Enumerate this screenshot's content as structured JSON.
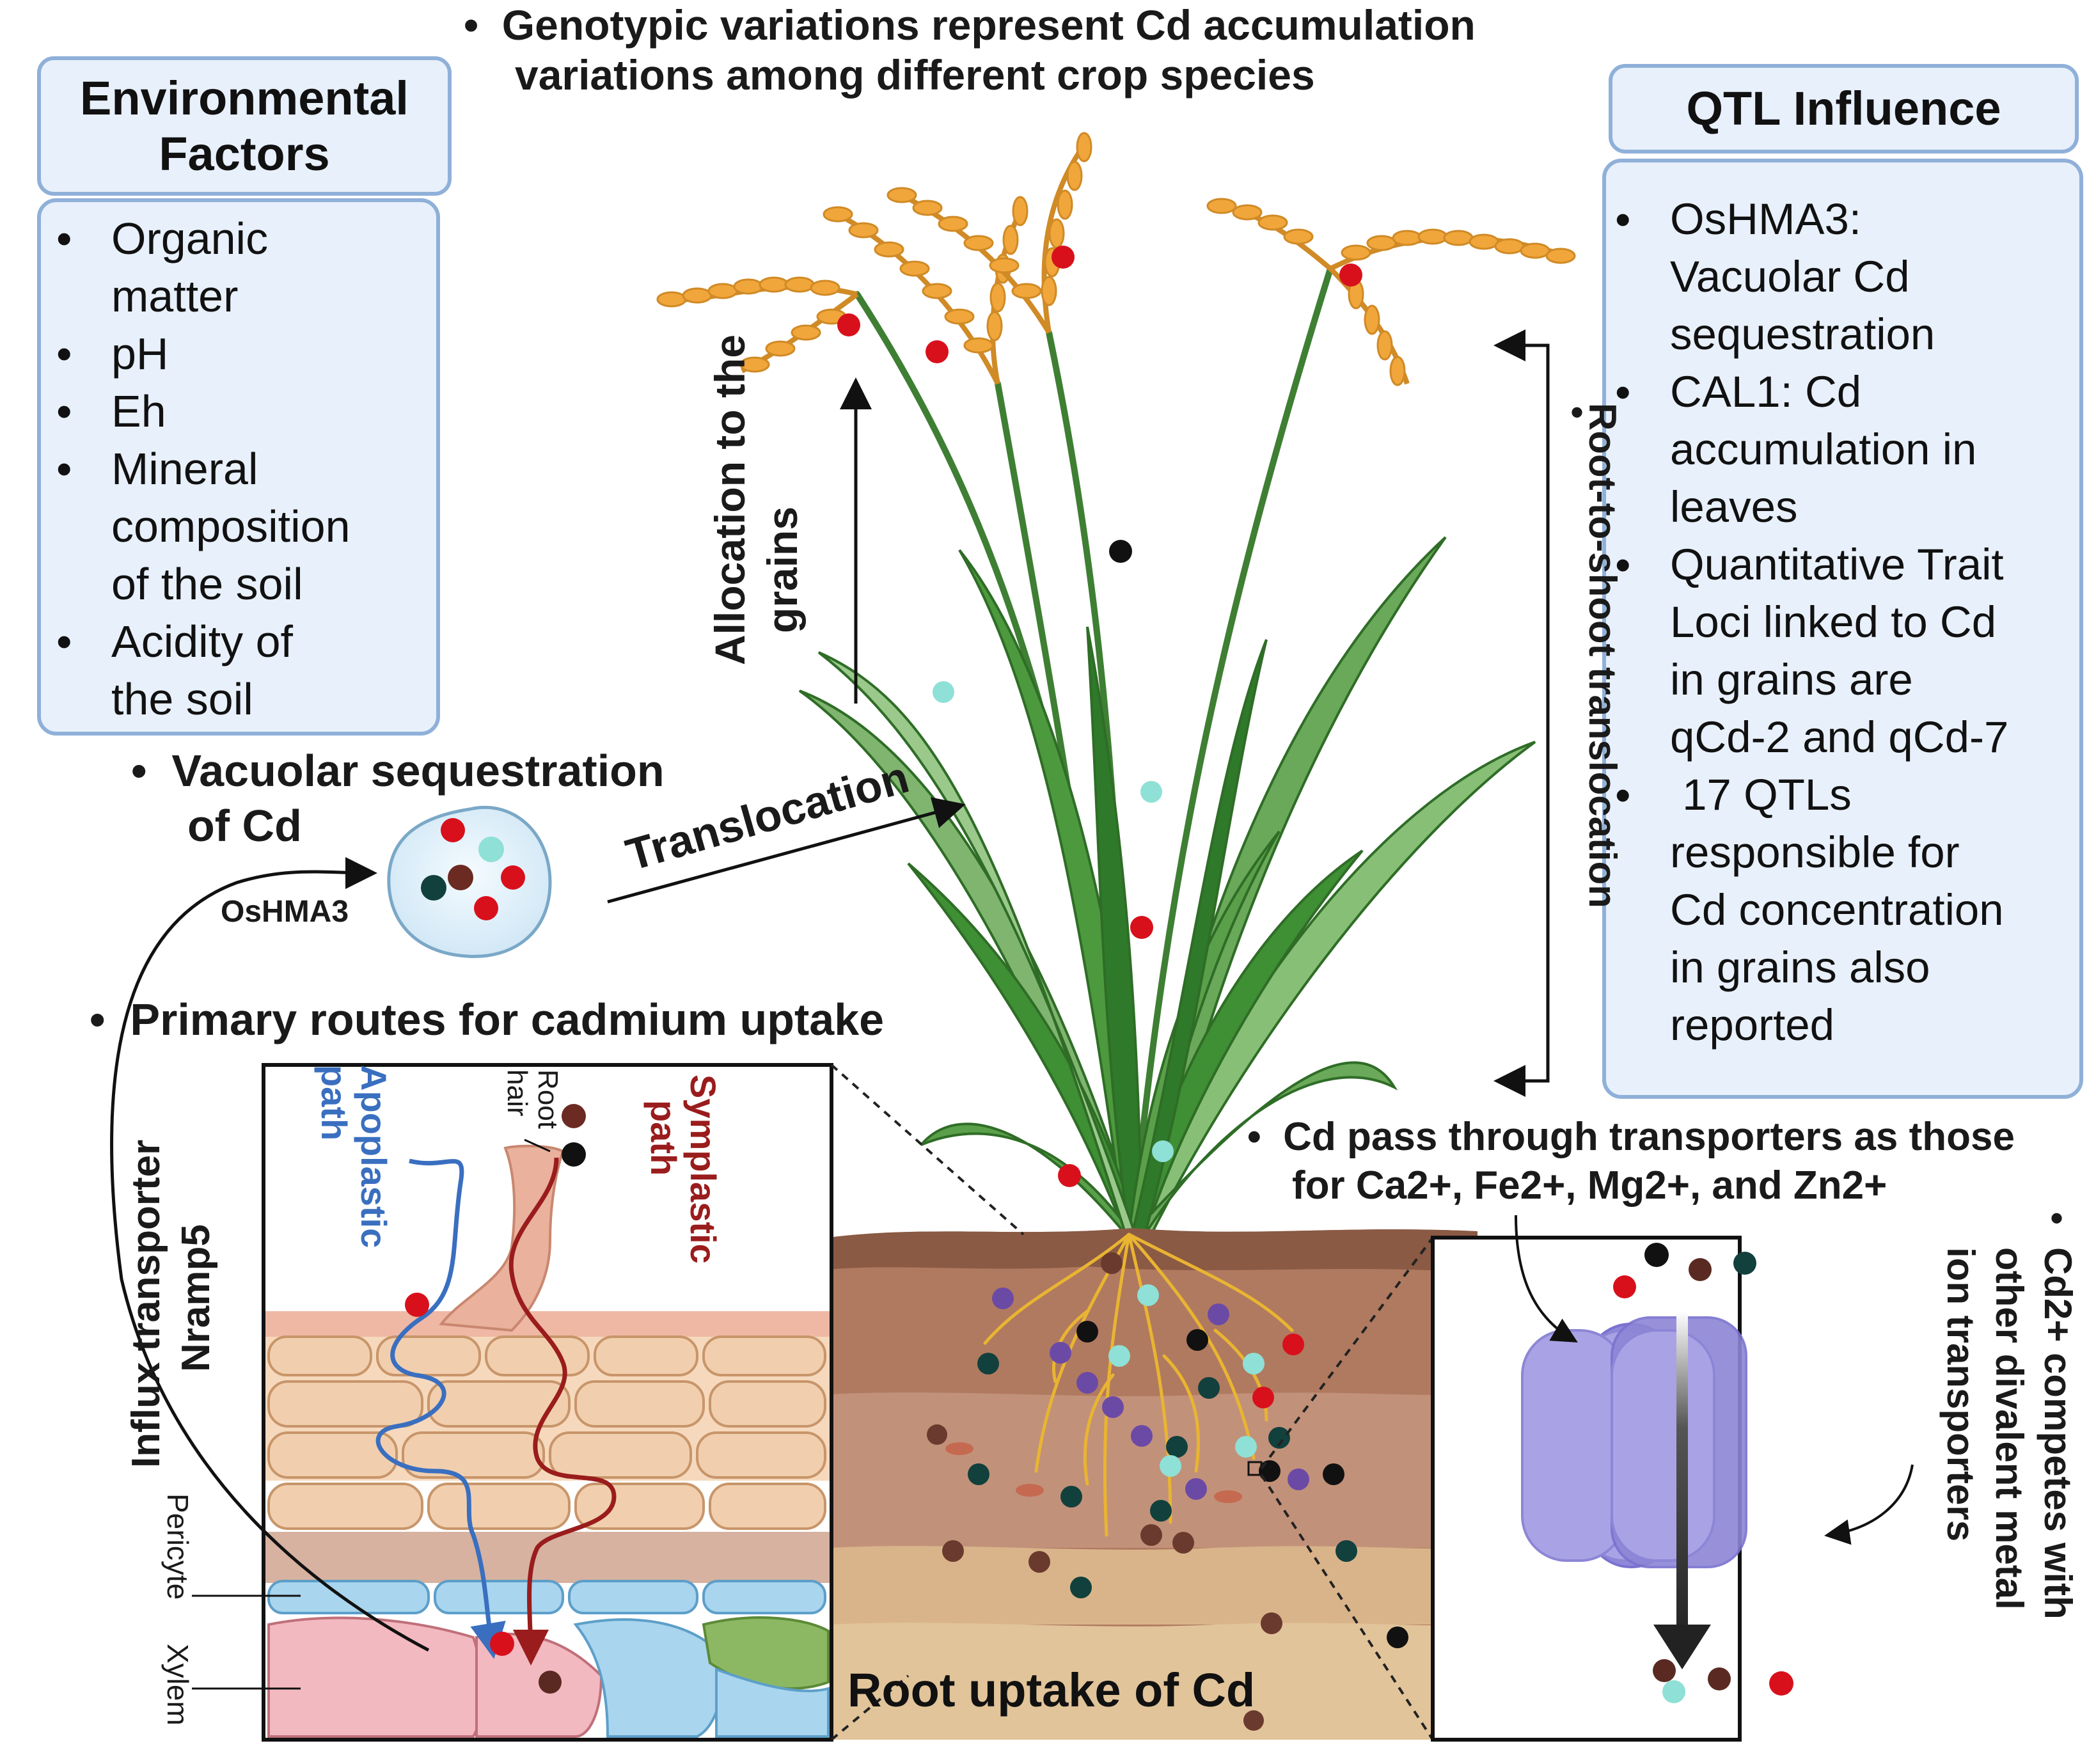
{
  "colors": {
    "box_fill": "#e8f0fb",
    "box_border": "#8fb0d8",
    "grain": "#f0a63a",
    "leaf": "#3f8f35",
    "cd_red": "#d8101c",
    "cd_black": "#111111",
    "cd_cyan": "#8fe0d6",
    "cd_brown": "#5a2a22",
    "cd_teal": "#12403c",
    "cd_purple": "#6b4aa6",
    "apoplastic_blue": "#3a6fc0",
    "symplastic_red": "#9a1c1c",
    "transporter": "#a9a3e6"
  },
  "top_caption": {
    "line1": "Genotypic variations represent Cd accumulation",
    "line2": "variations among different crop species"
  },
  "env_factors": {
    "title_line1": "Environmental",
    "title_line2": "Factors",
    "items": [
      {
        "line1": "Organic",
        "line2": "matter"
      },
      {
        "line1": "pH",
        "line2": ""
      },
      {
        "line1": "Eh",
        "line2": ""
      },
      {
        "line1": "Mineral",
        "line2": "composition",
        "line3": "of the soil"
      },
      {
        "line1": "Acidity of",
        "line2": "the soil"
      }
    ]
  },
  "qtl": {
    "title": "QTL Influence",
    "items": [
      {
        "lines": [
          "OsHMA3:",
          "Vacuolar Cd",
          "sequestration"
        ]
      },
      {
        "lines": [
          "CAL1: Cd",
          "accumulation in",
          "leaves"
        ]
      },
      {
        "lines": [
          "Quantitative Trait",
          "Loci linked to Cd",
          "in grains are",
          "qCd-2 and qCd-7"
        ]
      },
      {
        "lines": [
          " 17 QTLs",
          "responsible for",
          "Cd concentration",
          "in grains also",
          "reported"
        ]
      }
    ]
  },
  "labels": {
    "vacuolar_line1": "Vacuolar sequestration",
    "vacuolar_line2": "of Cd",
    "oshma3": "OsHMA3",
    "translocation": "Translocation",
    "allocation_line1": "Allocation to the",
    "allocation_line2": "grains",
    "root_to_shoot": "Root-to-shoot translocation",
    "primary_routes": "Primary routes for cadmium uptake",
    "influx_line1": "Influx transporter",
    "influx_line2": "Nramp5",
    "apoplastic_line1": "Apoplastic",
    "apoplastic_line2": "path",
    "symplastic_line1": "Symplastic",
    "symplastic_line2": "path",
    "root_hair_line1": "Root",
    "root_hair_line2": "hair",
    "pericyte": "Pericyte",
    "xylem": "Xylem",
    "root_uptake": "Root uptake of Cd",
    "cd_pass_line1": "Cd pass through transporters as those",
    "cd_pass_line2": "for Ca2+, Fe2+, Mg2+, and Zn2+",
    "competes_line1": "Cd2+ competes with",
    "competes_line2": "other divalent metal",
    "competes_line3": "ion transporters"
  },
  "icons": [
    "rice-plant-illustration",
    "vacuole-icon",
    "root-cross-section",
    "soil-profile",
    "ion-channel-transporter-icon",
    "cd-ion-dot-icon"
  ]
}
